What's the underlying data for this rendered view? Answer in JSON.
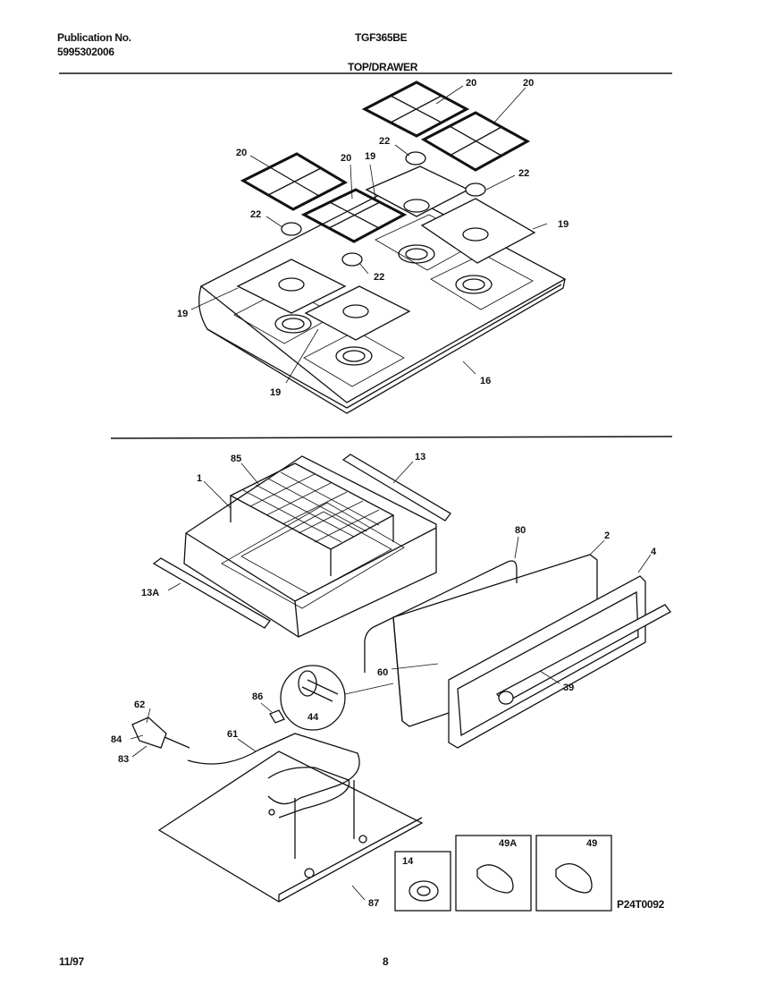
{
  "header": {
    "publication_label": "Publication No.",
    "publication_number": "5995302006",
    "model": "TGF365BE",
    "section_title": "TOP/DRAWER"
  },
  "callouts": {
    "c20a": "20",
    "c20b": "20",
    "c20c": "20",
    "c20d": "20",
    "c22a": "22",
    "c22b": "22",
    "c22c": "22",
    "c19a": "19",
    "c19b": "19",
    "c19c": "19",
    "c19d": "19",
    "c16": "16",
    "c1": "1",
    "c85": "85",
    "c13": "13",
    "c13a": "13A",
    "c80": "80",
    "c2": "2",
    "c4": "4",
    "c60": "60",
    "c39": "39",
    "c44": "44",
    "c86": "86",
    "c62": "62",
    "c84": "84",
    "c83": "83",
    "c61": "61",
    "c87": "87",
    "c14": "14",
    "c49a": "49A",
    "c49": "49"
  },
  "figure_code": "P24T0092",
  "footer": {
    "date": "11/97",
    "page": "8"
  }
}
